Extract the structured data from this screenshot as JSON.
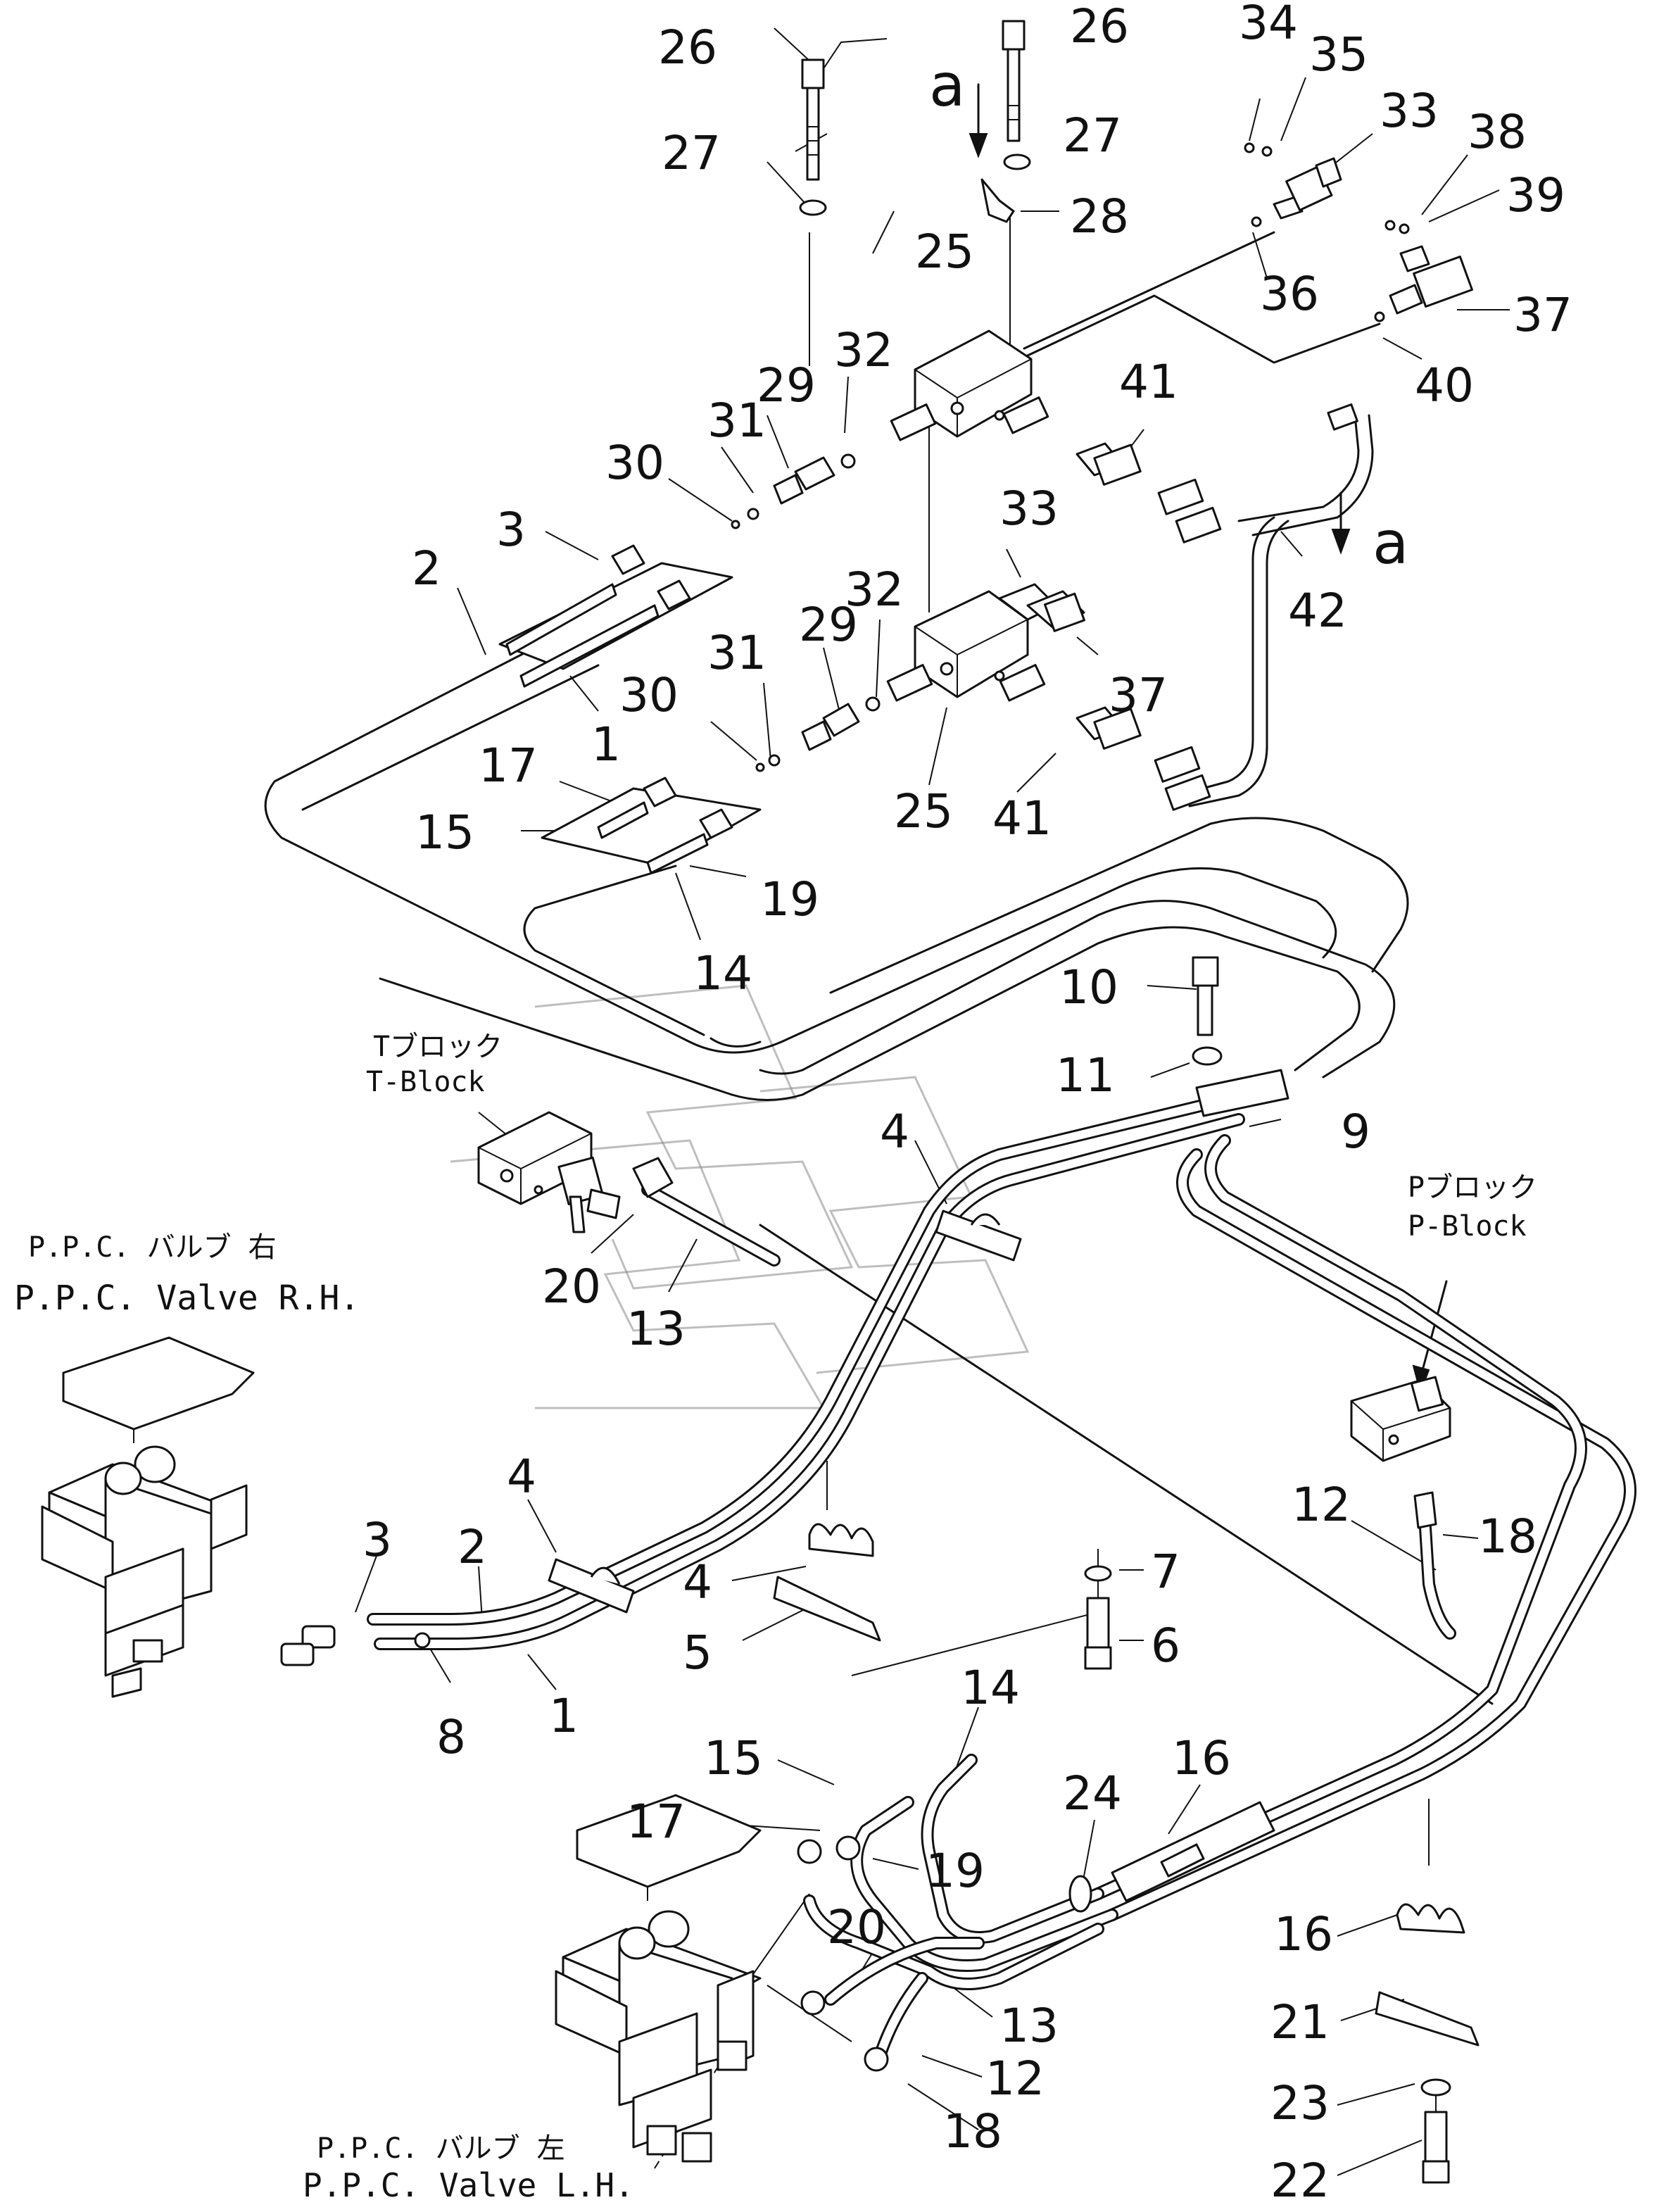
{
  "captions": {
    "t_block_jp": "Tブロック",
    "t_block_en": "T-Block",
    "p_block_jp": "Pブロック",
    "p_block_en": "P-Block",
    "ppc_rh_jp": "P.P.C. バルブ 右",
    "ppc_rh_en": "P.P.C. Valve R.H.",
    "ppc_lh_jp": "P.P.C. バルブ 左",
    "ppc_lh_en": "P.P.C. Valve L.H."
  },
  "view_marker": "a",
  "callouts": [
    {
      "num": "26"
    },
    {
      "num": "26"
    },
    {
      "num": "27"
    },
    {
      "num": "27"
    },
    {
      "num": "28"
    },
    {
      "num": "34"
    },
    {
      "num": "35"
    },
    {
      "num": "33"
    },
    {
      "num": "38"
    },
    {
      "num": "39"
    },
    {
      "num": "36"
    },
    {
      "num": "37"
    },
    {
      "num": "40"
    },
    {
      "num": "25"
    },
    {
      "num": "32"
    },
    {
      "num": "29"
    },
    {
      "num": "31"
    },
    {
      "num": "30"
    },
    {
      "num": "41"
    },
    {
      "num": "3"
    },
    {
      "num": "2"
    },
    {
      "num": "1"
    },
    {
      "num": "33"
    },
    {
      "num": "42"
    },
    {
      "num": "32"
    },
    {
      "num": "29"
    },
    {
      "num": "31"
    },
    {
      "num": "30"
    },
    {
      "num": "37"
    },
    {
      "num": "17"
    },
    {
      "num": "15"
    },
    {
      "num": "25"
    },
    {
      "num": "41"
    },
    {
      "num": "19"
    },
    {
      "num": "14"
    },
    {
      "num": "10"
    },
    {
      "num": "11"
    },
    {
      "num": "9"
    },
    {
      "num": "4"
    },
    {
      "num": "20"
    },
    {
      "num": "13"
    },
    {
      "num": "4"
    },
    {
      "num": "3"
    },
    {
      "num": "2"
    },
    {
      "num": "4"
    },
    {
      "num": "5"
    },
    {
      "num": "7"
    },
    {
      "num": "6"
    },
    {
      "num": "8"
    },
    {
      "num": "1"
    },
    {
      "num": "12"
    },
    {
      "num": "18"
    },
    {
      "num": "14"
    },
    {
      "num": "16"
    },
    {
      "num": "15"
    },
    {
      "num": "24"
    },
    {
      "num": "17"
    },
    {
      "num": "19"
    },
    {
      "num": "20"
    },
    {
      "num": "16"
    },
    {
      "num": "13"
    },
    {
      "num": "21"
    },
    {
      "num": "12"
    },
    {
      "num": "23"
    },
    {
      "num": "18"
    },
    {
      "num": "22"
    }
  ]
}
